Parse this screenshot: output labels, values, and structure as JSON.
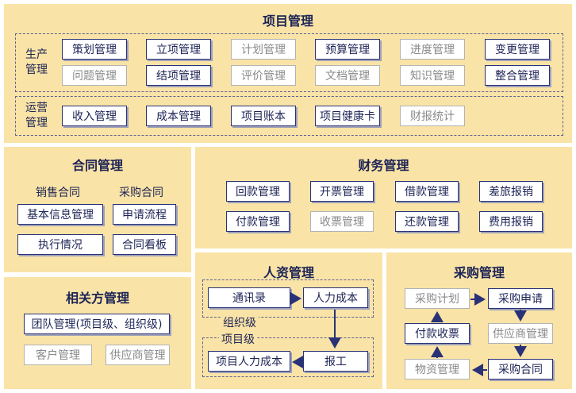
{
  "project": {
    "title": "项目管理",
    "production_label": "生产管理",
    "operation_label": "运营管理",
    "production_row1": [
      {
        "label": "策划管理",
        "style": "bold"
      },
      {
        "label": "立项管理",
        "style": "bold"
      },
      {
        "label": "计划管理",
        "style": "light"
      },
      {
        "label": "预算管理",
        "style": "bold"
      },
      {
        "label": "进度管理",
        "style": "light"
      },
      {
        "label": "变更管理",
        "style": "bold"
      }
    ],
    "production_row2": [
      {
        "label": "问题管理",
        "style": "light"
      },
      {
        "label": "结项管理",
        "style": "bold"
      },
      {
        "label": "评价管理",
        "style": "light"
      },
      {
        "label": "文档管理",
        "style": "light"
      },
      {
        "label": "知识管理",
        "style": "light"
      },
      {
        "label": "整合管理",
        "style": "bold"
      }
    ],
    "operation_row": [
      {
        "label": "收入管理",
        "style": "bold"
      },
      {
        "label": "成本管理",
        "style": "bold"
      },
      {
        "label": "项目账本",
        "style": "bold"
      },
      {
        "label": "项目健康卡",
        "style": "bold"
      },
      {
        "label": "财报统计",
        "style": "light"
      }
    ]
  },
  "contract": {
    "title": "合同管理",
    "sales_label": "销售合同",
    "purchase_label": "采购合同",
    "basic_info": "基本信息管理",
    "apply_flow": "申请流程",
    "execution": "执行情况",
    "board": "合同看板"
  },
  "finance": {
    "title": "财务管理",
    "items": [
      {
        "label": "回款管理",
        "style": "bold"
      },
      {
        "label": "开票管理",
        "style": "bold"
      },
      {
        "label": "借款管理",
        "style": "bold"
      },
      {
        "label": "差旅报销",
        "style": "bold"
      },
      {
        "label": "付款管理",
        "style": "bold"
      },
      {
        "label": "收票管理",
        "style": "light"
      },
      {
        "label": "还款管理",
        "style": "bold"
      },
      {
        "label": "费用报销",
        "style": "bold"
      }
    ]
  },
  "related": {
    "title": "相关方管理",
    "team": "团队管理(项目级、组织级)",
    "customer": "客户管理",
    "supplier": "供应商管理"
  },
  "hr": {
    "title": "人资管理",
    "contacts": "通讯录",
    "hr_cost": "人力成本",
    "org_level": "组织级",
    "project_level": "项目级",
    "project_hr_cost": "项目人力成本",
    "report_work": "报工"
  },
  "purchase": {
    "title": "采购管理",
    "plan": "采购计划",
    "apply": "采购申请",
    "pay_receive": "付款收票",
    "supplier_mgmt": "供应商管理",
    "material": "物资管理",
    "contract": "采购合同"
  },
  "colors": {
    "panel": "#f9e3a6",
    "border": "#2a3277",
    "light_border": "#b3b3b3"
  }
}
